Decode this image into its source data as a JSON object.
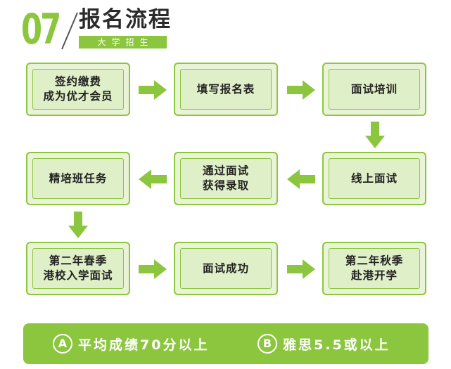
{
  "header": {
    "number": "07",
    "title": "报名流程",
    "subtitle": "大学招生"
  },
  "steps": [
    {
      "label": "签约缴费\n成为优才会员"
    },
    {
      "label": "填写报名表"
    },
    {
      "label": "面试培训"
    },
    {
      "label": "线上面试"
    },
    {
      "label": "通过面试\n获得录取"
    },
    {
      "label": "精培班任务"
    },
    {
      "label": "第二年春季\n港校入学面试"
    },
    {
      "label": "面试成功"
    },
    {
      "label": "第二年秋季\n赴港开学"
    }
  ],
  "requirements": [
    {
      "marker": "A",
      "text": "平均成绩70分以上"
    },
    {
      "marker": "B",
      "text": "雅思5.5或以上"
    }
  ],
  "colors": {
    "accent": "#8cc63f",
    "box_fill": "#dfefc7",
    "text": "#222222"
  }
}
